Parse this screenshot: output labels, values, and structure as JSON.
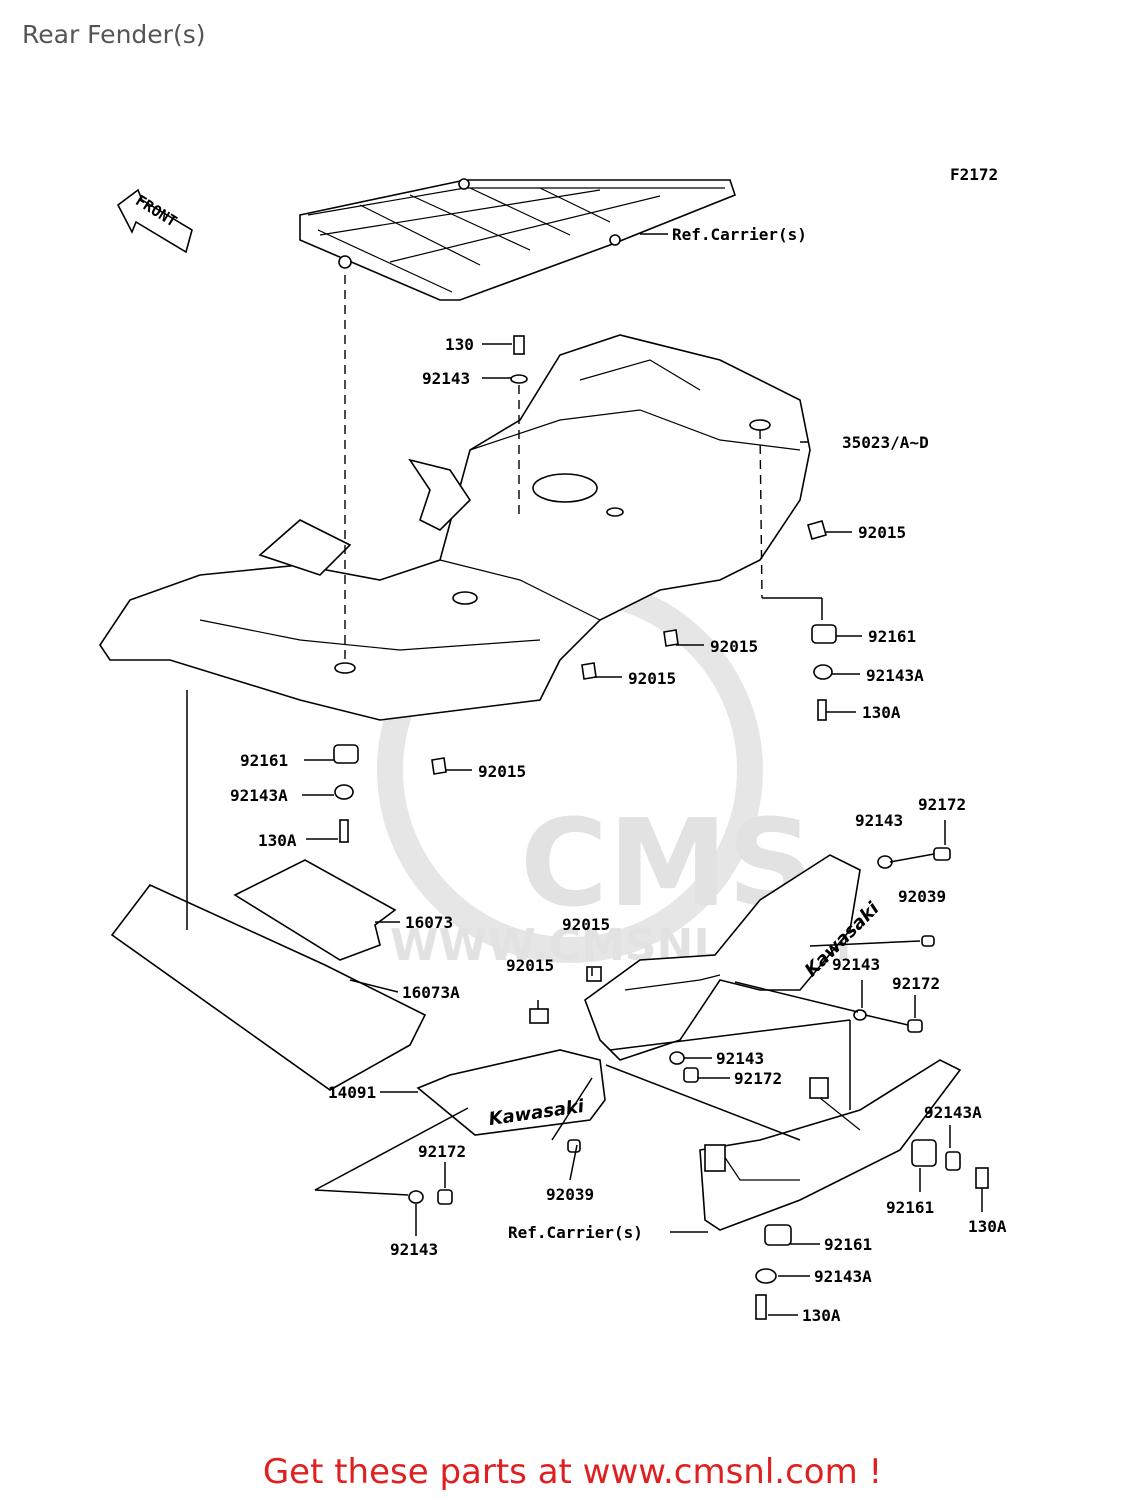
{
  "page": {
    "title": "Rear Fender(s)",
    "footer": "Get these parts at www.cmsnl.com !"
  },
  "diagram": {
    "figure_code": "F2172",
    "front_arrow": "FRONT",
    "watermark": {
      "brand": "CMS",
      "url": "WWW.CMSNL.COM"
    },
    "decal": "Kawasaki",
    "labels": [
      "Ref.Carrier(s)",
      "130",
      "92143",
      "35023/A~D",
      "92015",
      "92015",
      "92015",
      "92015",
      "92161",
      "92143A",
      "130A",
      "92161",
      "92143A",
      "130A",
      "16073",
      "16073A",
      "92143",
      "92172",
      "92039",
      "92015",
      "92015",
      "92143",
      "92172",
      "92143",
      "92172",
      "14091",
      "92143A",
      "92172",
      "92039",
      "92143",
      "92161",
      "130A",
      "Ref.Carrier(s)",
      "92161",
      "92143A",
      "130A"
    ]
  }
}
